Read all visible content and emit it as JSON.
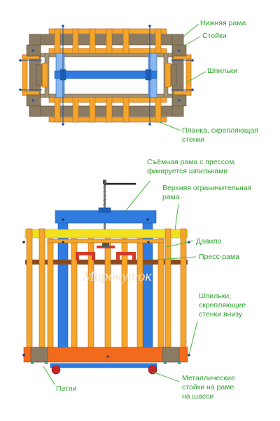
{
  "colors": {
    "orange": "#f4a52b",
    "orange_dark": "#b5651d",
    "frame_gray": "#8a7b62",
    "blue": "#2f7be0",
    "blue_light": "#8ab8ee",
    "yellow": "#f2e11e",
    "brown": "#8b4b1f",
    "red_press": "#d43a2a",
    "plate_orange": "#f26a1b",
    "label_green": "#2fa12f",
    "leader_green": "#49b83a"
  },
  "labels": {
    "lower_frame": "Нижняя рама",
    "posts": "Стойки",
    "pins": "Шпильки",
    "plank_line1": "Планка, скрепляющая",
    "plank_line2": "стенки",
    "removable_line1": "Съёмная рама с прессом,",
    "removable_line2": "фикируется шпильками",
    "upper_frame_line1": "Верхняя ограничительная",
    "upper_frame_line2": "рама",
    "presser": "Давило",
    "press_frame": "Пресс-рама",
    "bottom_pins_line1": "Шпильки,",
    "bottom_pins_line2": "скрепляющие",
    "bottom_pins_line3": "стенки внизу",
    "hinges": "Петли",
    "metal_posts_line1": "Металлические",
    "metal_posts_line2": "стойки на раме",
    "metal_posts_line3": "на шасси"
  },
  "watermark": "Мирокуток"
}
